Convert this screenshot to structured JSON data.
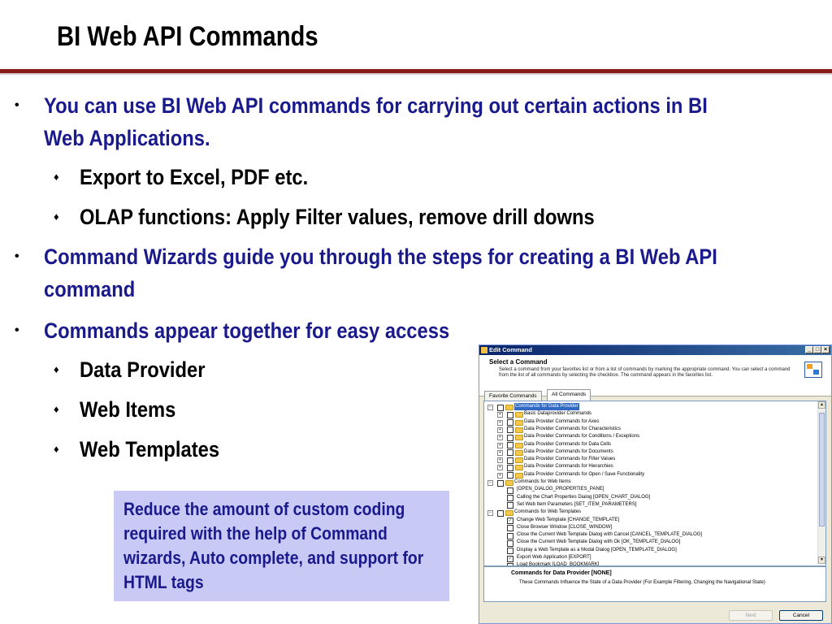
{
  "slide": {
    "title": "BI Web API Commands",
    "bullets": [
      {
        "text": "You can use BI Web API commands for carrying out certain actions in BI Web Applications.",
        "subs": [
          "Export to Excel, PDF etc.",
          "OLAP functions: Apply Filter values, remove drill downs"
        ]
      },
      {
        "text": "Command Wizards guide you through the steps for creating a BI Web API command",
        "subs": []
      },
      {
        "text": "Commands appear together for easy access",
        "subs": [
          "Data Provider",
          "Web Items",
          "Web Templates"
        ]
      }
    ],
    "bullet_marker": "•",
    "sub_marker": "♦",
    "note": "Reduce the amount of custom coding required with the help of Command wizards, Auto complete, and support for HTML tags",
    "colors": {
      "title_rule": "#8b1a1a",
      "bullet_text": "#1a1a8c",
      "note_bg": "#c9c9f5"
    }
  },
  "dialog": {
    "title": "Edit Command",
    "heading": "Select a Command",
    "description": "Select a command from your favorites list or from a list of commands by marking the appropriate command. You can select a command from the list of all commands by selecting the checkbox. The command appears in the favorites list.",
    "window_buttons": [
      "_",
      "□",
      "×"
    ],
    "tabs": [
      "Favorite Commands",
      "All Commands"
    ],
    "tree": [
      {
        "level": 0,
        "expander": "−",
        "checked": false,
        "folder": true,
        "label": "Commands for Data Provider",
        "selected": true
      },
      {
        "level": 1,
        "expander": "+",
        "checked": false,
        "folder": true,
        "label": "Basic Dataprovider Commands"
      },
      {
        "level": 1,
        "expander": "+",
        "checked": false,
        "folder": true,
        "label": "Data Provider Commands for Axes"
      },
      {
        "level": 1,
        "expander": "+",
        "checked": false,
        "folder": true,
        "label": "Data Provider Commands for Characteristics"
      },
      {
        "level": 1,
        "expander": "+",
        "checked": false,
        "folder": true,
        "label": "Data Provider Commands for Conditions / Exceptions"
      },
      {
        "level": 1,
        "expander": "+",
        "checked": false,
        "folder": true,
        "label": "Data Provider Commands for Data Cells"
      },
      {
        "level": 1,
        "expander": "+",
        "checked": false,
        "folder": true,
        "label": "Data Provider Commands for Documents"
      },
      {
        "level": 1,
        "expander": "+",
        "checked": false,
        "folder": true,
        "label": "Data Provider Commands for Filter Values"
      },
      {
        "level": 1,
        "expander": "+",
        "checked": false,
        "folder": true,
        "label": "Data Provider Commands for Hierarchies"
      },
      {
        "level": 1,
        "expander": "+",
        "checked": false,
        "folder": true,
        "label": "Data Provider Commands for Open / Save Functionality"
      },
      {
        "level": 0,
        "expander": "−",
        "checked": false,
        "folder": true,
        "label": "Commands for Web Items"
      },
      {
        "level": 1,
        "expander": "",
        "checked": false,
        "folder": false,
        "label": "[OPEN_DIALOG_PROPERTIES_PANE]"
      },
      {
        "level": 1,
        "expander": "",
        "checked": false,
        "folder": false,
        "label": "Calling the Chart Properties Dialog [OPEN_CHART_DIALOG]"
      },
      {
        "level": 1,
        "expander": "",
        "checked": false,
        "folder": false,
        "label": "Set Web Item Parameters [SET_ITEM_PARAMETERS]"
      },
      {
        "level": 0,
        "expander": "−",
        "checked": false,
        "folder": true,
        "label": "Commands for Web Templates"
      },
      {
        "level": 1,
        "expander": "",
        "checked": true,
        "folder": false,
        "label": "Change Web Template [CHANGE_TEMPLATE]"
      },
      {
        "level": 1,
        "expander": "",
        "checked": false,
        "folder": false,
        "label": "Close Browser Window [CLOSE_WINDOW]"
      },
      {
        "level": 1,
        "expander": "",
        "checked": false,
        "folder": false,
        "label": "Close the Current Web Template Dialog with Cancel [CANCEL_TEMPLATE_DIALOG]"
      },
      {
        "level": 1,
        "expander": "",
        "checked": false,
        "folder": false,
        "label": "Close the Current Web Template Dialog with Ok [OK_TEMPLATE_DIALOG]"
      },
      {
        "level": 1,
        "expander": "",
        "checked": false,
        "folder": false,
        "label": "Display a Web Template as a Modal Dialog [OPEN_TEMPLATE_DIALOG]"
      },
      {
        "level": 1,
        "expander": "",
        "checked": true,
        "folder": false,
        "label": "Export Web Application [EXPORT]"
      },
      {
        "level": 1,
        "expander": "",
        "checked": false,
        "folder": false,
        "label": "Load Bookmark [LOAD_BOOKMARK]"
      }
    ],
    "desc_heading": "Commands for Data Provider [NONE]",
    "desc_text": "These Commands Influence the State of a Data Provider (For Example Filtering, Changing the Navigational State)",
    "next_label": "Next",
    "cancel_label": "Cancel",
    "check_glyph": "✓",
    "scroll_up": "▲",
    "scroll_down": "▼"
  }
}
